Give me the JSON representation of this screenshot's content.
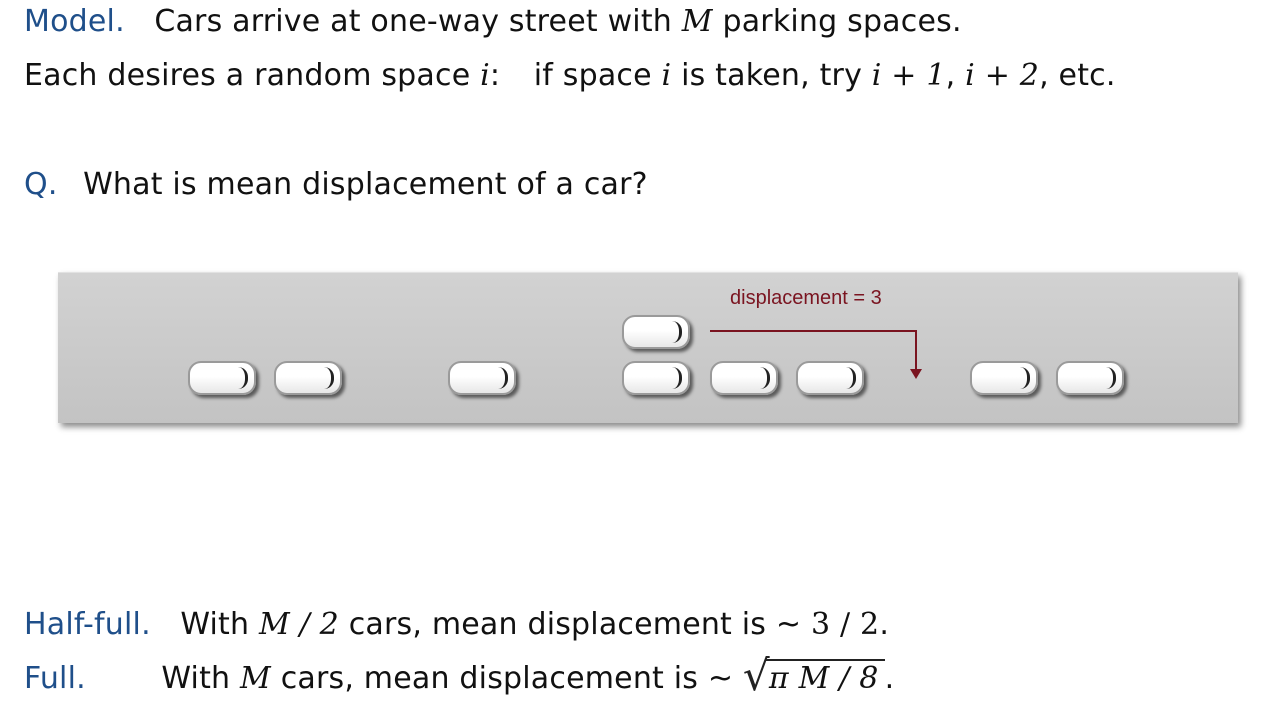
{
  "model": {
    "label": "Model.",
    "text1": "Cars arrive at one-way street with",
    "var_m": "M",
    "text2": "parking spaces."
  },
  "each": {
    "text1": "Each desires a random space",
    "var_i": "i",
    "colon": ":",
    "text2": "if space",
    "var_i2": "i",
    "text3": "is taken, try",
    "expr1": "i + 1",
    "comma": ",",
    "expr2": "i + 2",
    "text4": ", etc."
  },
  "question": {
    "label": "Q.",
    "text": "What is mean displacement of a car?"
  },
  "diagram": {
    "displacement_label": "displacement = 3",
    "displacement_value": 3,
    "colors": {
      "street": "#c8c8c8",
      "arrow": "#7a1420"
    }
  },
  "half_full": {
    "label": "Half-full.",
    "text1": "With",
    "expr": "M / 2",
    "text2": "cars, mean displacement is ~",
    "value": "3 / 2",
    "end": "."
  },
  "full": {
    "label": "Full.",
    "text1": "With",
    "var_m": "M",
    "text2": "cars, mean displacement is ~",
    "sqrt_expr": "π M / 8",
    "end": "."
  },
  "colors": {
    "keyword": "#1f4f8a",
    "text": "#111111"
  }
}
